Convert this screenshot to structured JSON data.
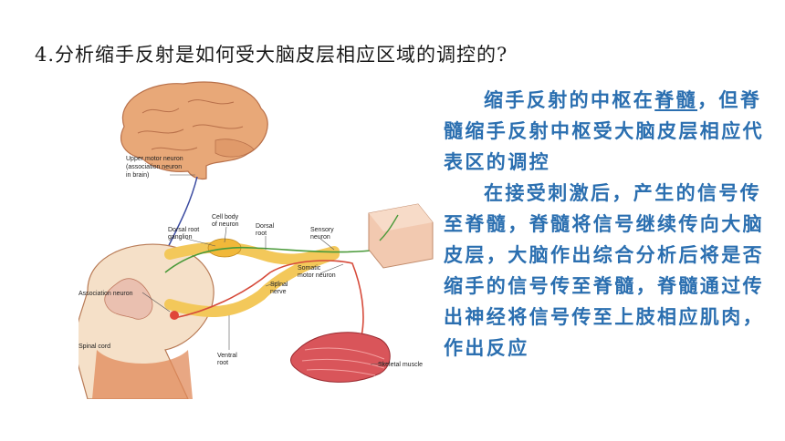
{
  "question": "4.分析缩手反射是如何受大脑皮层相应区域的调控的?",
  "figure": {
    "labels": {
      "upper_motor_neuron": [
        "Upper motor neuron",
        "(association neuron",
        "in brain)"
      ],
      "cell_body": [
        "Cell body",
        "of neuron"
      ],
      "dorsal_root_ganglion": [
        "Dorsal root",
        "ganglion"
      ],
      "dorsal_root": [
        "Dorsal",
        "root"
      ],
      "sensory_neuron": [
        "Sensory",
        "neuron"
      ],
      "somatic_motor_neuron": [
        "Somatic",
        "motor neuron"
      ],
      "association_neuron": "Association neuron",
      "spinal_nerve": [
        "Spinal",
        "nerve"
      ],
      "spinal_cord": "Spinal cord",
      "ventral_root": [
        "Ventral",
        "root"
      ],
      "skeletal_muscle": "Skeletal muscle"
    },
    "colors": {
      "brain": "#e8a878",
      "nerve": "#f3c85a",
      "sensory_line": "#4a9a3a",
      "motor_line": "#d64a3a",
      "upper_line": "#3a4aa0",
      "muscle": "#d9555a"
    }
  },
  "answer": {
    "p1_pre": "缩手反射的中枢在",
    "p1_underline": "脊髓",
    "p1_post": "，但脊髓缩手反射中枢受大脑皮层相应代表区的调控",
    "p2": "在接受刺激后，产生的信号传至脊髓，脊髓将信号继续传向大脑皮层，大脑作出综合分析后将是否缩手的信号传至脊髓，脊髓通过传出神经将信号传至上肢相应肌肉，作出反应"
  }
}
